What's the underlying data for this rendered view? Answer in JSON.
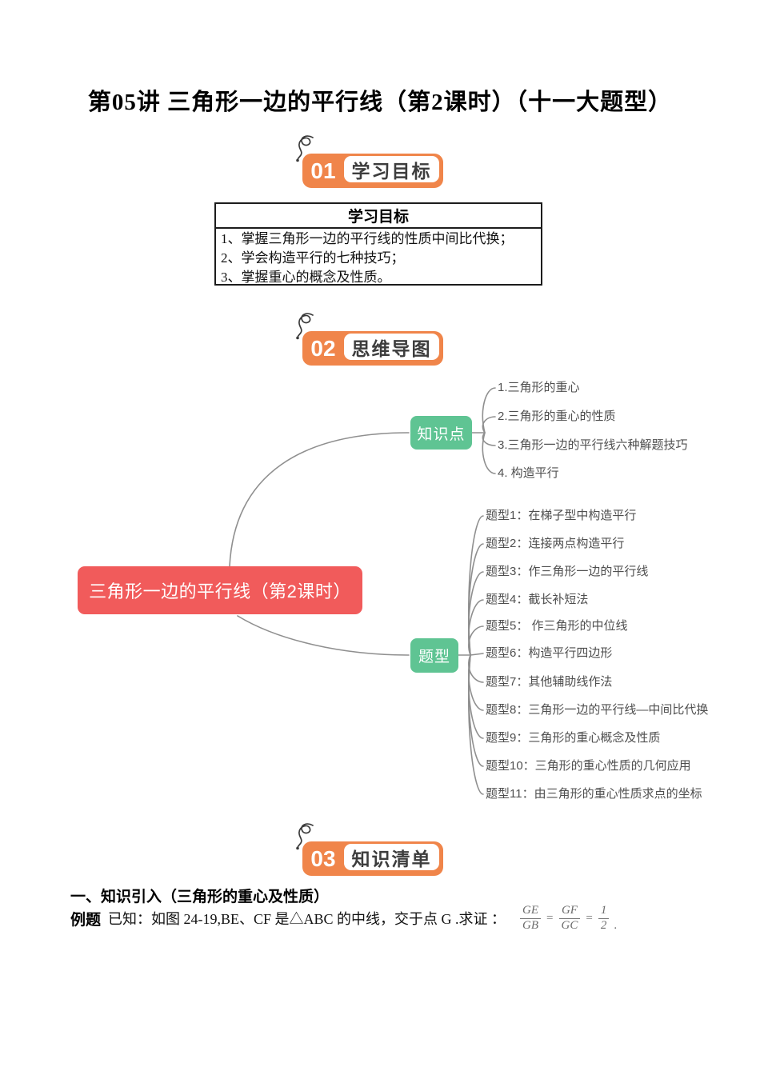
{
  "doc": {
    "title": "第05讲 三角形一边的平行线（第2课时）（十一大题型）"
  },
  "sections": [
    {
      "number": "01",
      "label": "学习目标"
    },
    {
      "number": "02",
      "label": "思维导图"
    },
    {
      "number": "03",
      "label": "知识清单"
    }
  ],
  "objectives_box": {
    "header": "学习目标",
    "items": [
      "1、掌握三角形一边的平行线的性质中间比代换；",
      "2、学会构造平行的七种技巧；",
      "3、掌握重心的概念及性质。"
    ]
  },
  "mindmap": {
    "root_label": "三角形一边的平行线（第2课时）",
    "branches": [
      {
        "label": "知识点",
        "items": [
          "1.三角形的重心",
          "2.三角形的重心的性质",
          "3.三角形一边的平行线六种解题技巧",
          "4. 构造平行"
        ]
      },
      {
        "label": "题型",
        "items": [
          "题型1：在梯子型中构造平行",
          "题型2：连接两点构造平行",
          "题型3：作三角形一边的平行线",
          "题型4：截长补短法",
          "题型5： 作三角形的中位线",
          "题型6：构造平行四边形",
          "题型7：其他辅助线作法",
          "题型8：三角形一边的平行线—中间比代换",
          "题型9：三角形的重心概念及性质",
          "题型10：三角形的重心性质的几何应用",
          "题型11：由三角形的重心性质求点的坐标"
        ]
      }
    ],
    "colors": {
      "root_bg": "#F15B5B",
      "branch_bg": "#5FC493",
      "line": "#8F8F8F",
      "item_text": "#4F4F4F"
    }
  },
  "knowledge_list": {
    "heading": "一、知识引入（三角形的重心及性质）",
    "example_label": "例题",
    "example_text": "已知：如图 24-19,BE、CF 是△ABC 的中线，交于点 G .求证 ：",
    "formula": {
      "fractions": [
        {
          "num": "GE",
          "den": "GB"
        },
        {
          "num": "GF",
          "den": "GC"
        },
        {
          "num": "1",
          "den": "2"
        }
      ],
      "separator": "=",
      "terminator": "."
    }
  },
  "theme": {
    "badge_orange": "#F0854A",
    "badge_label_text": "#3D3D3D",
    "coil_color": "#3A3A3A"
  }
}
